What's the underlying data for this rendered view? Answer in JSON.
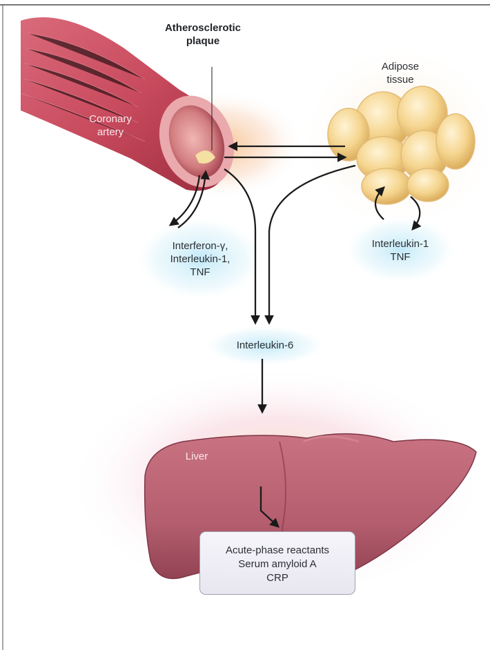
{
  "labels": {
    "plaque": [
      "Atherosclerotic",
      "plaque"
    ],
    "coronary_artery": [
      "Coronary",
      "artery"
    ],
    "adipose_tissue": [
      "Adipose",
      "tissue"
    ],
    "plaque_cytokines": [
      "Interferon-γ,",
      "Interleukin-1,",
      "TNF"
    ],
    "adipose_cytokines": [
      "Interleukin-1",
      "TNF"
    ],
    "interleukin6": "Interleukin-6",
    "liver": "Liver",
    "reactants": [
      "Acute-phase reactants",
      "Serum amyloid A",
      "CRP"
    ]
  },
  "colors": {
    "artery": "#c84a5d",
    "artery_dark": "#8f2737",
    "adipose": "#f2d38a",
    "liver": "#b35d6e",
    "cytokine_glow": "#bfe8f7",
    "arrow": "#1a1a1a"
  }
}
